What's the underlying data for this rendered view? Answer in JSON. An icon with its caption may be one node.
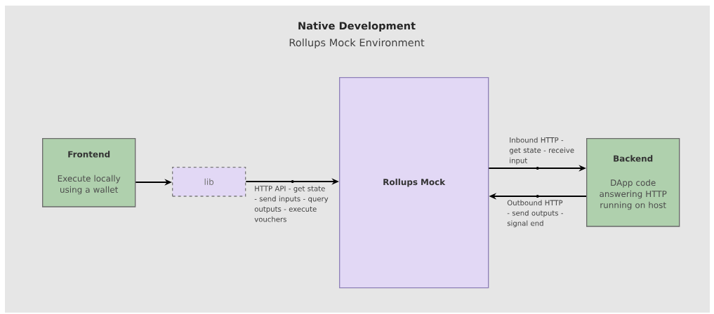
{
  "diagram": {
    "title": "Native Development",
    "caption": "Rollups Mock Environment",
    "nodes": [
      {
        "text": [
          "Frontend",
          "Execute locally using a wallet"
        ]
      },
      {
        "text": [
          "lib"
        ]
      },
      {
        "text": [
          "Rollups Mock"
        ]
      },
      {
        "text": [
          "Backend",
          "DApp code answering HTTP running on host"
        ]
      }
    ],
    "edges": [
      {
        "from": 0,
        "to": 1,
        "arrow": "to"
      },
      {
        "from": 1,
        "to": 2,
        "arrow": "to",
        "label": "HTTP API - get state - send inputs - query outputs - execute vouchers"
      },
      {
        "from": 2,
        "to": 3,
        "arrow": "to",
        "label": "Inbound HTTP - get state - receive input"
      },
      {
        "from": 3,
        "to": 2,
        "arrow": "to",
        "label": "Outbound HTTP - send outputs - signal end"
      }
    ]
  }
}
